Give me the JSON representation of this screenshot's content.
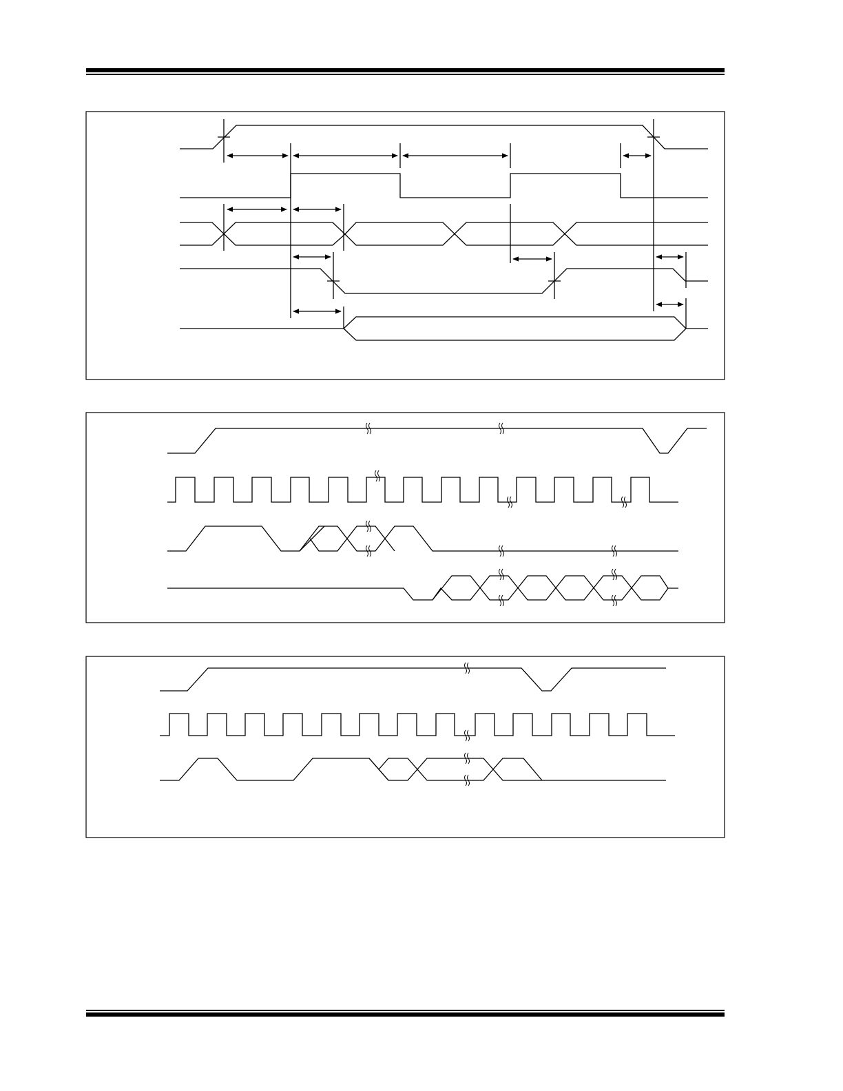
{
  "page": {
    "figures": [
      {
        "id": "timing-diagram-1",
        "labels": []
      },
      {
        "id": "timing-diagram-2",
        "labels": []
      },
      {
        "id": "timing-diagram-3",
        "labels": []
      }
    ]
  }
}
